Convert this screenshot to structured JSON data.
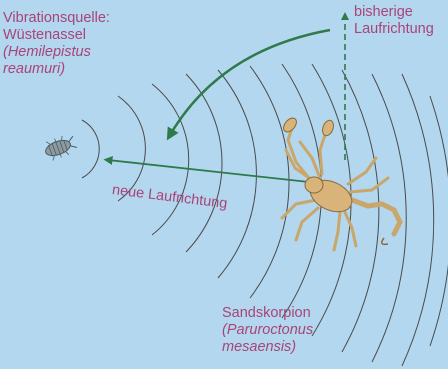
{
  "labels": {
    "source": {
      "line1": "Vibrationsquelle:",
      "line2": "Wüstenassel",
      "latin1": "(Hemilepistus",
      "latin2": "reaumuri)"
    },
    "old_direction": {
      "line1": "bisherige",
      "line2": "Laufrichtung"
    },
    "new_direction": "neue Laufrichtung",
    "scorpion": {
      "name": "Sandskorpion",
      "latin1": "(Paruroctonus",
      "latin2": "mesaensis)"
    }
  },
  "colors": {
    "background": "#b3d7ee",
    "label_text": "#a9447a",
    "arrow": "#2e7a4a",
    "waves": "#4a4a4a",
    "scorpion": "#d8b47a"
  }
}
